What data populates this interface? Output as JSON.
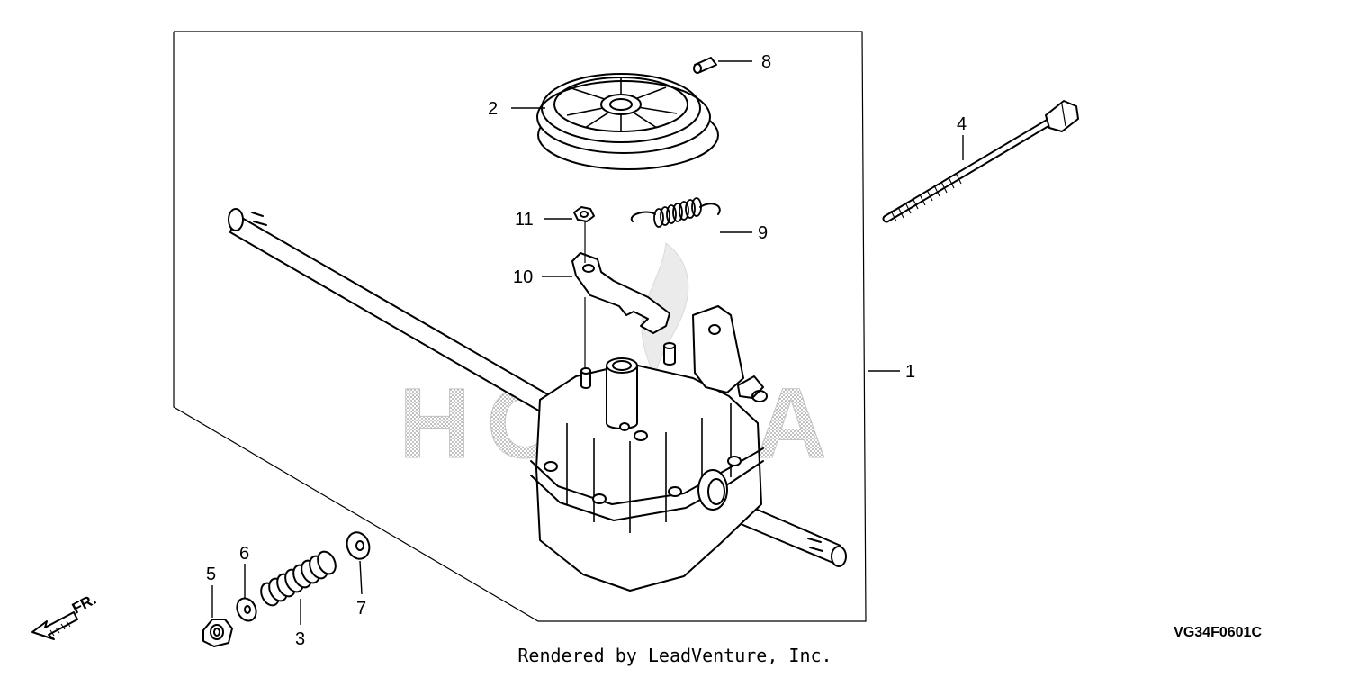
{
  "diagram": {
    "callouts": [
      {
        "id": "1",
        "label": "1"
      },
      {
        "id": "2",
        "label": "2"
      },
      {
        "id": "3",
        "label": "3"
      },
      {
        "id": "4",
        "label": "4"
      },
      {
        "id": "5",
        "label": "5"
      },
      {
        "id": "6",
        "label": "6"
      },
      {
        "id": "7",
        "label": "7"
      },
      {
        "id": "8",
        "label": "8"
      },
      {
        "id": "9",
        "label": "9"
      },
      {
        "id": "10",
        "label": "10"
      },
      {
        "id": "11",
        "label": "11"
      }
    ],
    "watermark": "HONDA",
    "direction_label": "FR.",
    "diagram_code": "VG34F0601C"
  },
  "footer": {
    "credit": "Rendered by LeadVenture, Inc."
  }
}
